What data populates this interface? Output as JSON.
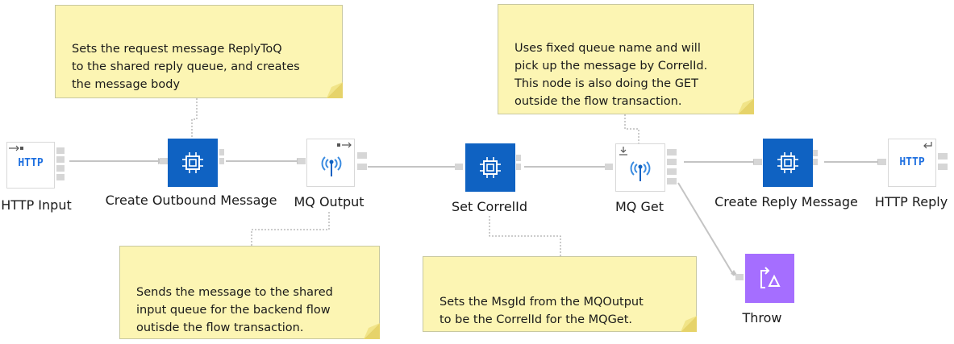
{
  "nodes": {
    "http_input": "HTTP Input",
    "create_outbound": "Create Outbound Message",
    "mq_output": "MQ Output",
    "set_correlid": "Set CorrelId",
    "mq_get": "MQ Get",
    "create_reply": "Create Reply Message",
    "http_reply": "HTTP Reply",
    "throw": "Throw"
  },
  "http_badge": "HTTP",
  "notes": {
    "reply_to_q": "Sets the request message ReplyToQ\nto the shared reply queue, and creates\nthe message body",
    "fixed_queue": "Uses fixed queue name and will\npick up the message by CorrelId.\nThis node is also doing the GET\noutside the flow transaction.",
    "sends_message": "Sends the message to the shared\ninput queue for the backend flow\noutisde the flow transaction.",
    "msgid": "Sets the MsgId from the MQOutput\nto be the CorrelId for the MQGet."
  },
  "icons": {
    "compute": "chip-icon",
    "mq": "mq-antenna-icon",
    "throw": "throw-icon",
    "http": "http-icon"
  },
  "colors": {
    "compute_node": "#0f62c2",
    "throw_node": "#a56eff",
    "note_bg": "#fcf5b3",
    "connector": "#c4c4c4",
    "http_text": "#1f70e0"
  }
}
